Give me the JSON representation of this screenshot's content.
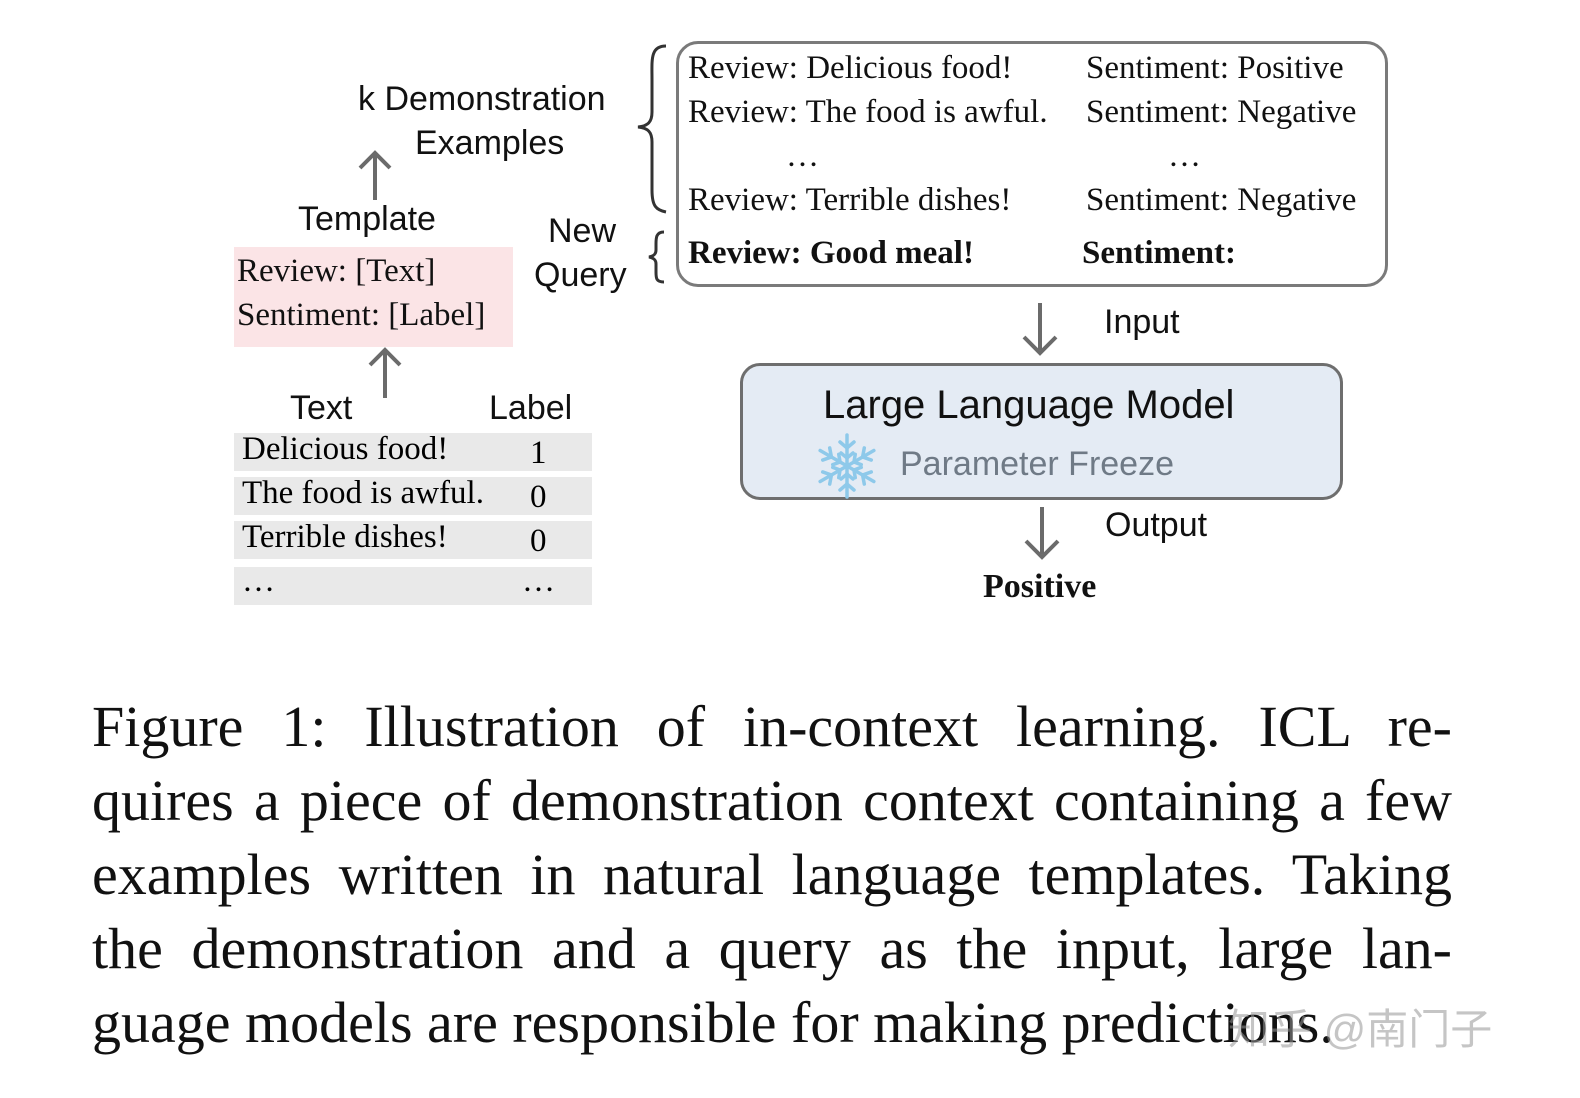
{
  "diagram": {
    "demonstration_label": [
      "k Demonstration",
      "Examples"
    ],
    "template_label": "Template",
    "template_lines": [
      "Review: [Text]",
      "Sentiment: [Label]"
    ],
    "table": {
      "headers": [
        "Text",
        "Label"
      ],
      "rows": [
        {
          "text": "Delicious food!",
          "label": "1"
        },
        {
          "text": "The food is awful.",
          "label": "0"
        },
        {
          "text": "Terrible dishes!",
          "label": "0"
        },
        {
          "text": "…",
          "label": "…"
        }
      ]
    },
    "new_query_label": [
      "New",
      "Query"
    ],
    "demonstrations": [
      {
        "review": "Review: Delicious food!",
        "sentiment": "Sentiment: Positive"
      },
      {
        "review": "Review: The food is awful.",
        "sentiment": "Sentiment: Negative"
      },
      {
        "review": "…",
        "sentiment": "…"
      },
      {
        "review": "Review: Terrible dishes!",
        "sentiment": "Sentiment: Negative"
      }
    ],
    "query": {
      "review": "Review: Good meal!",
      "sentiment": "Sentiment:"
    },
    "input_label": "Input",
    "model": {
      "title": "Large Language Model",
      "subtitle": "Parameter Freeze",
      "icon": "snowflake-icon"
    },
    "output_label": "Output",
    "output_value": "Positive"
  },
  "caption": {
    "lines": [
      "Figure 1:  Illustration of in-context learning.  ICL re-",
      "quires a piece of demonstration context containing a few",
      "examples written in natural language templates. Taking",
      "the demonstration and a query as the input, large lan-",
      "guage models are responsible for making predictions."
    ]
  },
  "watermark": "知乎 @南门子",
  "colors": {
    "template_bg": "#fbe4e6",
    "table_bg": "#e9e9e9",
    "model_bg": "#e4ebf4",
    "snowflake": "#8ec9ea"
  }
}
